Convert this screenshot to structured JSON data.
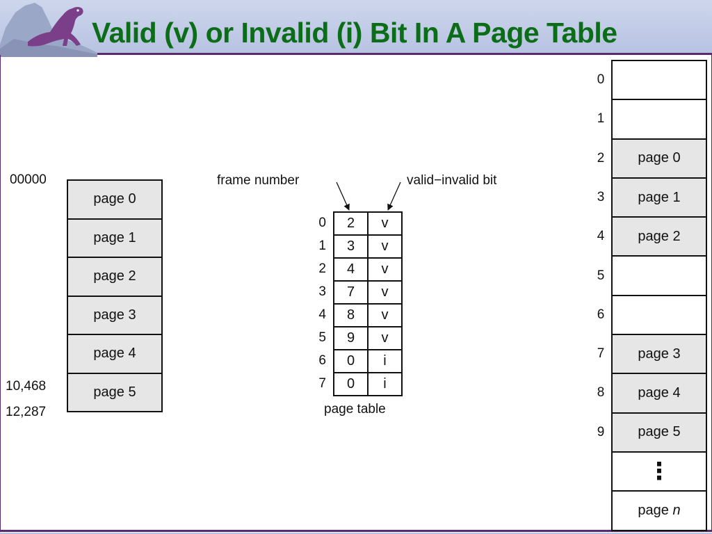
{
  "title": "Valid (v) or Invalid (i) Bit In A Page Table",
  "logical_memory": {
    "pages": [
      "page 0",
      "page 1",
      "page 2",
      "page 3",
      "page 4",
      "page 5"
    ],
    "address_labels": [
      "00000",
      "10,468",
      "12,287"
    ]
  },
  "page_table": {
    "label": "page table",
    "frame_number_label": "frame number",
    "valid_invalid_label": "valid−invalid bit",
    "rows": [
      {
        "index": "0",
        "frame": "2",
        "bit": "v"
      },
      {
        "index": "1",
        "frame": "3",
        "bit": "v"
      },
      {
        "index": "2",
        "frame": "4",
        "bit": "v"
      },
      {
        "index": "3",
        "frame": "7",
        "bit": "v"
      },
      {
        "index": "4",
        "frame": "8",
        "bit": "v"
      },
      {
        "index": "5",
        "frame": "9",
        "bit": "v"
      },
      {
        "index": "6",
        "frame": "0",
        "bit": "i"
      },
      {
        "index": "7",
        "frame": "0",
        "bit": "i"
      }
    ]
  },
  "physical_memory": {
    "frames": [
      {
        "index": "0",
        "content": ""
      },
      {
        "index": "1",
        "content": ""
      },
      {
        "index": "2",
        "content": "page 0"
      },
      {
        "index": "3",
        "content": "page 1"
      },
      {
        "index": "4",
        "content": "page 2"
      },
      {
        "index": "5",
        "content": ""
      },
      {
        "index": "6",
        "content": ""
      },
      {
        "index": "7",
        "content": "page 3"
      },
      {
        "index": "8",
        "content": "page 4"
      },
      {
        "index": "9",
        "content": "page 5"
      }
    ],
    "ellipsis": "⋮",
    "last_frame_prefix": "page ",
    "last_frame_var": "n"
  },
  "colors": {
    "title": "#0b6d17",
    "header_bg": "#b8c3e2",
    "accent_rule": "#5a2a6e",
    "page_fill": "#e6e6e6"
  }
}
